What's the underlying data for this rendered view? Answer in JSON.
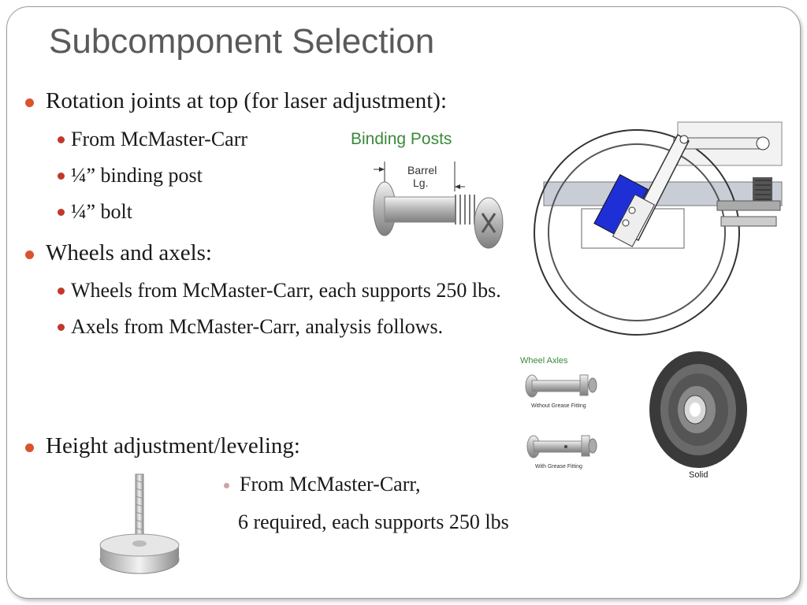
{
  "slide": {
    "title": "Subcomponent Selection",
    "sections": [
      {
        "text": "Rotation joints at top (for laser adjustment):",
        "items": [
          "From McMaster-Carr",
          "¼” binding post",
          "¼” bolt"
        ]
      },
      {
        "text": "Wheels and axels:",
        "items": [
          "Wheels from McMaster-Carr, each supports 250 lbs.",
          "Axels from McMaster-Carr, analysis follows."
        ]
      },
      {
        "text": "Height adjustment/leveling:",
        "items": [
          "From McMaster-Carr,",
          "6 required, each supports 250 lbs"
        ]
      }
    ]
  },
  "figures": {
    "binding_posts": {
      "title": "Binding Posts",
      "dim_label_1": "Barrel",
      "dim_label_2": "Lg."
    },
    "wheel_axles": {
      "title": "Wheel Axles",
      "caption_1": "Without Grease Fitting",
      "caption_2": "With Grease Fitting"
    },
    "wheel": {
      "caption": "Solid"
    }
  },
  "colors": {
    "title": "#5a5a5a",
    "bullet": "#d9532c",
    "accent_blue": "#1f2fd6",
    "axle_title": "#3a8a3a"
  }
}
